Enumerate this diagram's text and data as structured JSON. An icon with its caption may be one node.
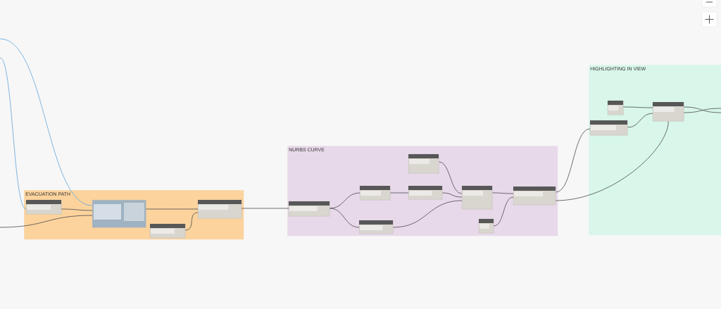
{
  "diagram": {
    "nodes": [
      {
        "text": [
          "EVACUATION PATH"
        ]
      },
      {
        "text": [],
        "shape": "box",
        "in": 0
      },
      {
        "text": [],
        "shape": "box",
        "in": 0
      },
      {
        "text": [],
        "shape": "box",
        "in": 0
      },
      {
        "text": [],
        "shape": "box",
        "in": 0
      },
      {
        "text": [
          "NURBS CURVE"
        ]
      },
      {
        "text": [],
        "shape": "box",
        "in": 5
      },
      {
        "text": [],
        "shape": "box",
        "in": 5
      },
      {
        "text": [],
        "shape": "box",
        "in": 5
      },
      {
        "text": [],
        "shape": "box",
        "in": 5
      },
      {
        "text": [],
        "shape": "box",
        "in": 5
      },
      {
        "text": [],
        "shape": "box",
        "in": 5
      },
      {
        "text": [],
        "shape": "box",
        "in": 5
      },
      {
        "text": [],
        "shape": "box",
        "in": 5
      },
      {
        "text": [
          "HIGHLIGHTING IN VIEW"
        ]
      },
      {
        "text": [],
        "shape": "box",
        "in": 14
      },
      {
        "text": [],
        "shape": "box",
        "in": 14
      },
      {
        "text": [],
        "shape": "box",
        "in": 14
      }
    ],
    "edges": [
      {
        "from": null,
        "to": 1,
        "arrow": "none",
        "color": "#5ea3dc"
      },
      {
        "from": null,
        "to": 2,
        "arrow": "none",
        "color": "#5ea3dc"
      },
      {
        "from": null,
        "to": 2,
        "arrow": "none"
      },
      {
        "from": 1,
        "to": 2,
        "arrow": "none"
      },
      {
        "from": 2,
        "to": 4,
        "arrow": "none"
      },
      {
        "from": 3,
        "to": 4,
        "arrow": "none"
      },
      {
        "from": 4,
        "to": 6,
        "arrow": "none"
      },
      {
        "from": 6,
        "to": 8,
        "arrow": "none"
      },
      {
        "from": 6,
        "to": 10,
        "arrow": "none"
      },
      {
        "from": 8,
        "to": 9,
        "arrow": "none"
      },
      {
        "from": 7,
        "to": 11,
        "arrow": "none"
      },
      {
        "from": 9,
        "to": 11,
        "arrow": "none"
      },
      {
        "from": 10,
        "to": 11,
        "arrow": "none"
      },
      {
        "from": 11,
        "to": 12,
        "arrow": "none"
      },
      {
        "from": 13,
        "to": 12,
        "arrow": "none"
      },
      {
        "from": 12,
        "to": 16,
        "arrow": "none"
      },
      {
        "from": 12,
        "to": 17,
        "arrow": "none"
      },
      {
        "from": 15,
        "to": 17,
        "arrow": "none"
      },
      {
        "from": 16,
        "to": 17,
        "arrow": "none"
      },
      {
        "from": 17,
        "to": null,
        "arrow": "none"
      },
      {
        "from": 17,
        "to": null,
        "arrow": "none"
      }
    ]
  }
}
